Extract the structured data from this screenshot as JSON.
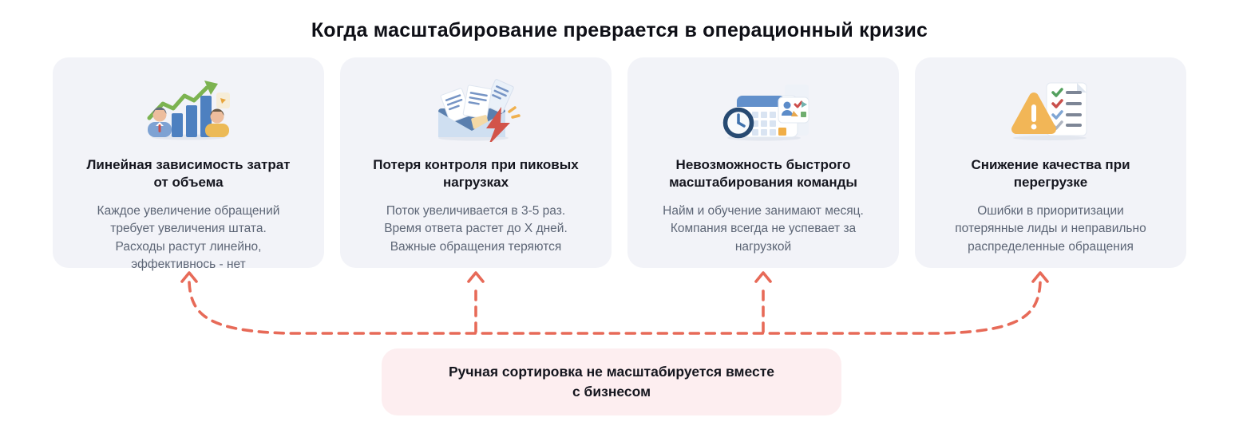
{
  "title": "Когда масштабирование преврается в операционный кризис",
  "cards": [
    {
      "icon": "growth-chart-icon",
      "title": "Линейная зависимость затрат\nот объема",
      "body": "Каждое увеличение обращений\nтребует увеличения штата.\nРасходы растут линейно,\nэффективнось - нет"
    },
    {
      "icon": "overloaded-inbox-icon",
      "title": "Потеря контроля при пиковых\nнагрузках",
      "body": "Поток увеличивается в 3-5 раз.\nВремя ответа растет до Х дней.\nВажные обращения теряются"
    },
    {
      "icon": "calendar-clock-icon",
      "title": "Невозможность быстрого\nмасштабирования команды",
      "body": "Найм и обучение занимают месяц.\nКомпания всегда не успевает за\nнагрузкой"
    },
    {
      "icon": "warning-checklist-icon",
      "title": "Снижение качества при\nперегрузке",
      "body": "Ошибки в приоритизации\nпотерянные лиды и неправильно\nраспределенные обращения"
    }
  ],
  "conclusion": {
    "label": "Ручная сортировка не масштабируется вместе\nс бизнесом"
  },
  "colors": {
    "card_bg": "#f2f3f8",
    "conclusion_bg": "#fdeef0",
    "arrow": "#e76a58",
    "heading_text": "#15161f",
    "body_text": "#5d6676"
  }
}
